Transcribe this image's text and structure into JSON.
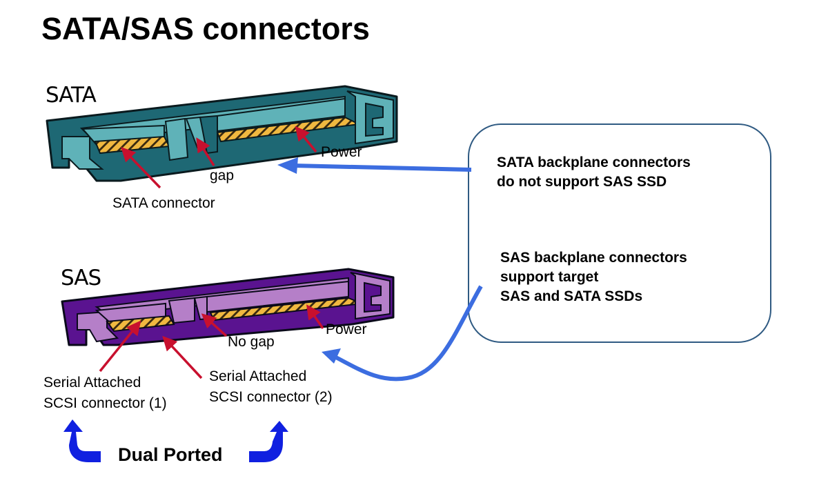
{
  "title": "SATA/SAS connectors",
  "colors": {
    "sata_dark": "#1e6874",
    "sata_light": "#5fb2b8",
    "sas_dark": "#5a1390",
    "sas_light": "#b57fc8",
    "pins": "#f0b840",
    "pointer_arrow": "#c8102e",
    "callout_arrow": "#3c6de0",
    "dual_arrow": "#1020e0",
    "box_border": "#2f5a82"
  },
  "sata": {
    "label": "SATA",
    "callouts": {
      "connector": "SATA connector",
      "gap": "gap",
      "power": "Power"
    }
  },
  "sas": {
    "label": "SAS",
    "callouts": {
      "connector1_line1": "Serial Attached",
      "connector1_line2": "SCSI connector (1)",
      "connector2_line1": "Serial Attached",
      "connector2_line2": "SCSI connector (2)",
      "no_gap": "No gap",
      "power": "Power"
    }
  },
  "info_box": {
    "sata_note": "SATA backplane connectors\ndo not support SAS SSD",
    "sas_note": "SAS backplane connectors\nsupport target\nSAS and SATA SSDs"
  },
  "dual_ported": {
    "label": "Dual Ported",
    "left_icon": "curved-up-arrow-icon",
    "right_icon": "curved-up-arrow-icon"
  }
}
